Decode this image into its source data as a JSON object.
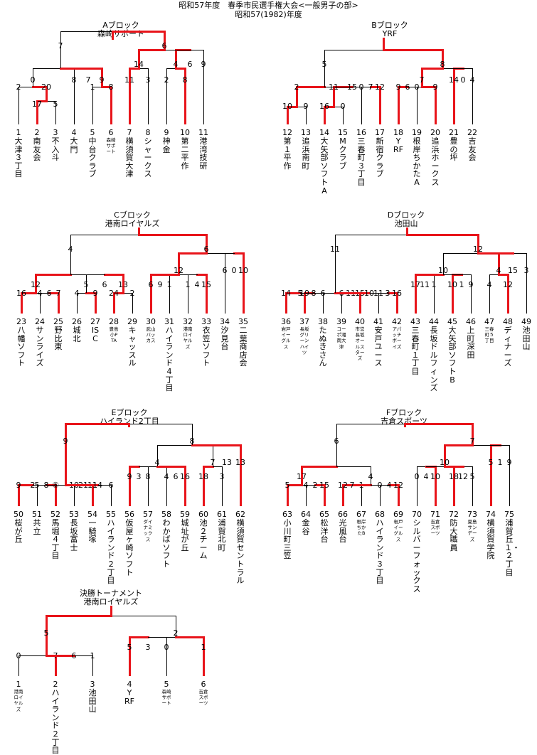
{
  "header": {
    "line1": "昭和57年度　春季市民選手権大会<一般男子の部>",
    "line2": "昭和57(1982)年度"
  },
  "colors": {
    "win": "#e8141a",
    "lose": "#000000"
  },
  "blocks": [
    {
      "label": "Aブロック",
      "winner": "森崎サポート",
      "teams": [
        {
          "num": "1",
          "name": "大津３丁目"
        },
        {
          "num": "2",
          "name": "南友会"
        },
        {
          "num": "3",
          "name": "不入斗"
        },
        {
          "num": "4",
          "name": "大門"
        },
        {
          "num": "5",
          "name": "中台クラブ"
        },
        {
          "num": "6",
          "name": "森崎サポート",
          "small": true
        },
        {
          "num": "7",
          "name": "横須賀大津"
        },
        {
          "num": "8",
          "name": "シャークス"
        },
        {
          "num": "9",
          "name": "神金"
        },
        {
          "num": "10",
          "name": "第二平作"
        },
        {
          "num": "11",
          "name": "港湾技研"
        }
      ],
      "matches": [
        {
          "ls": "17",
          "rs": "5"
        },
        {
          "ls": "2",
          "rs": "20"
        },
        {
          "ls": "1",
          "rs": "8"
        },
        {
          "ls": "8",
          "rs": "9"
        },
        {
          "ls": "0",
          "rs": "7"
        },
        {
          "ls": "11",
          "rs": "3"
        },
        {
          "ls": "2",
          "rs": "8"
        },
        {
          "ls": "4",
          "rs": "9"
        },
        {
          "ls": "14",
          "rs": "6"
        },
        {
          "ls": "7",
          "rs": "6"
        }
      ]
    },
    {
      "label": "Bブロック",
      "winner": "YRF",
      "teams": [
        {
          "num": "12",
          "name": "第１平作"
        },
        {
          "num": "13",
          "name": "追浜南町"
        },
        {
          "num": "14",
          "name": "大矢部ソフトA"
        },
        {
          "num": "15",
          "name": "Mクラブ"
        },
        {
          "num": "16",
          "name": "三春町３丁目"
        },
        {
          "num": "17",
          "name": "新宿クラブ"
        },
        {
          "num": "18",
          "name": "YRF"
        },
        {
          "num": "19",
          "name": "根岸ちかたA"
        },
        {
          "num": "20",
          "name": "追浜ホークス"
        },
        {
          "num": "21",
          "name": "豊の坪"
        },
        {
          "num": "22",
          "name": "吉友会"
        }
      ],
      "matches": [
        {
          "ls": "10",
          "rs": "9"
        },
        {
          "ls": "16",
          "rs": "0"
        },
        {
          "ls": "0",
          "rs": "12"
        },
        {
          "ls": "11",
          "rs": "7"
        },
        {
          "ls": "2",
          "rs": "15"
        },
        {
          "ls": "9",
          "rs": "0"
        },
        {
          "ls": "6",
          "rs": "9"
        },
        {
          "ls": "14",
          "rs": "4"
        },
        {
          "ls": "7",
          "rs": "0"
        },
        {
          "ls": "5",
          "rs": "8"
        }
      ]
    },
    {
      "label": "Cブロック",
      "winner": "港南ロイヤルズ",
      "teams": [
        {
          "num": "23",
          "name": "八幡ソフト"
        },
        {
          "num": "24",
          "name": "サンライズ"
        },
        {
          "num": "25",
          "name": "野比東"
        },
        {
          "num": "26",
          "name": "城北"
        },
        {
          "num": "27",
          "name": "ISC"
        },
        {
          "num": "28",
          "name": "豊島小PTA",
          "small": true
        },
        {
          "num": "29",
          "name": "キャッスル"
        },
        {
          "num": "30",
          "name": "武山バッカス",
          "small": true
        },
        {
          "num": "31",
          "name": "ハイランド4丁目"
        },
        {
          "num": "32",
          "name": "港南ロイヤルズ",
          "small": true
        },
        {
          "num": "33",
          "name": "衣笠ソフト"
        },
        {
          "num": "34",
          "name": "汐見台"
        },
        {
          "num": "35",
          "name": "二葉商店会"
        }
      ],
      "matches": [
        {
          "ls": "4",
          "rs": "7"
        },
        {
          "ls": "16",
          "rs": "6"
        },
        {
          "ls": "4",
          "rs": "9"
        },
        {
          "ls": "24",
          "rs": "2"
        },
        {
          "ls": "5",
          "rs": "13"
        },
        {
          "ls": "12",
          "rs": "6"
        },
        {
          "ls": "6",
          "rs": "1"
        },
        {
          "ls": "1",
          "rs": "15"
        },
        {
          "ls": "9",
          "rs": "4"
        },
        {
          "ls": "6",
          "rs": "10"
        },
        {
          "ls": "12",
          "rs": "0"
        },
        {
          "ls": "4",
          "rs": "6"
        }
      ]
    },
    {
      "label": "Dブロック",
      "winner": "池田山",
      "teams": [
        {
          "num": "36",
          "name": "岩戸イーグルス",
          "small": true
        },
        {
          "num": "37",
          "name": "長坂グリーンハイツ",
          "small": true
        },
        {
          "num": "38",
          "name": "たぬきさん"
        },
        {
          "num": "39",
          "name": "コーポ湘南大津",
          "small": true
        },
        {
          "num": "40",
          "name": "市営長坂オールスターズ",
          "small": true
        },
        {
          "num": "41",
          "name": "安戸ユース"
        },
        {
          "num": "42",
          "name": "アパッチボーイズ",
          "small": true
        },
        {
          "num": "43",
          "name": "三春町１丁目"
        },
        {
          "num": "44",
          "name": "長坂ドルフィンズ"
        },
        {
          "num": "45",
          "name": "大矢部ソフトB"
        },
        {
          "num": "46",
          "name": "上町深田"
        },
        {
          "num": "47",
          "name": "三春町５丁目",
          "small": true
        },
        {
          "num": "48",
          "name": "ディナーズ"
        },
        {
          "num": "49",
          "name": "池田山"
        }
      ],
      "matches": [
        {
          "ls": "19",
          "rs": "6"
        },
        {
          "ls": "14",
          "rs": "8"
        },
        {
          "ls": "6",
          "rs": "15"
        },
        {
          "ls": "11",
          "rs": "16"
        },
        {
          "ls": "11",
          "rs": "3"
        },
        {
          "ls": "5",
          "rs": "10"
        },
        {
          "ls": "17",
          "rs": "1"
        },
        {
          "ls": "10",
          "rs": "9"
        },
        {
          "ls": "11",
          "rs": "1"
        },
        {
          "ls": "4",
          "rs": "12"
        },
        {
          "ls": "4",
          "rs": "3"
        },
        {
          "ls": "10",
          "rs": "15"
        },
        {
          "ls": "11",
          "rs": "12"
        }
      ]
    },
    {
      "label": "Eブロック",
      "winner": "ハイランド2丁目",
      "teams": [
        {
          "num": "50",
          "name": "桜が丘"
        },
        {
          "num": "51",
          "name": "共立"
        },
        {
          "num": "52",
          "name": "馬堀４丁目"
        },
        {
          "num": "53",
          "name": "長坂富士"
        },
        {
          "num": "54",
          "name": "一騎塚"
        },
        {
          "num": "55",
          "name": "ハイランド２丁目"
        },
        {
          "num": "56",
          "name": "仮屋ヶ崎ソフト"
        },
        {
          "num": "57",
          "name": "ダイナミックス",
          "small": true
        },
        {
          "num": "58",
          "name": "わかばソフト"
        },
        {
          "num": "59",
          "name": "城址が丘"
        },
        {
          "num": "60",
          "name": "池２チーム"
        },
        {
          "num": "61",
          "name": "浦賀北町"
        },
        {
          "num": "62",
          "name": "横須賀セントラル"
        }
      ],
      "matches": [
        {
          "ls": "5",
          "rs": "⑤"
        },
        {
          "ls": "9",
          "rs": "8"
        },
        {
          "ls": "10",
          "rs": "11"
        },
        {
          "ls": "21",
          "rs": "6"
        },
        {
          "ls": "2",
          "rs": "14"
        },
        {
          "ls": "9",
          "rs": "8"
        },
        {
          "ls": "4",
          "rs": "16"
        },
        {
          "ls": "3",
          "rs": "6"
        },
        {
          "ls": "18",
          "rs": "3"
        },
        {
          "ls": "7",
          "rs": "13"
        },
        {
          "ls": "4",
          "rs": "13"
        },
        {
          "ls": "9",
          "rs": "8"
        }
      ]
    },
    {
      "label": "Fブロック",
      "winner": "吉倉スポーツ",
      "teams": [
        {
          "num": "63",
          "name": "小川町三笠"
        },
        {
          "num": "64",
          "name": "金谷"
        },
        {
          "num": "65",
          "name": "松洋台"
        },
        {
          "num": "66",
          "name": "光風台"
        },
        {
          "num": "67",
          "name": "根岸ちかたB",
          "small": true
        },
        {
          "num": "68",
          "name": "ハイランド３丁目"
        },
        {
          "num": "69",
          "name": "岩戸イーグルス",
          "small": true
        },
        {
          "num": "70",
          "name": "シルバーフォックス"
        },
        {
          "num": "71",
          "name": "吉倉スポーツ",
          "small": true
        },
        {
          "num": "72",
          "name": "防大職員"
        },
        {
          "num": "73",
          "name": "夏島サンデーズ",
          "small": true
        },
        {
          "num": "74",
          "name": "横須賀学院"
        },
        {
          "num": "75",
          "name": "浦賀丘１・２丁目"
        }
      ],
      "matches": [
        {
          "ls": "4",
          "rs": "15"
        },
        {
          "ls": "5",
          "rs": "2"
        },
        {
          "ls": "12",
          "rs": "1"
        },
        {
          "ls": "0",
          "rs": "12"
        },
        {
          "ls": "7",
          "rs": "4"
        },
        {
          "ls": "17",
          "rs": "4"
        },
        {
          "ls": "0",
          "rs": "10"
        },
        {
          "ls": "18",
          "rs": "5"
        },
        {
          "ls": "4",
          "rs": "12"
        },
        {
          "ls": "5",
          "rs": "9"
        },
        {
          "ls": "10",
          "rs": "1"
        },
        {
          "ls": "6",
          "rs": "7"
        }
      ]
    },
    {
      "label": "決勝トーナメント",
      "winner": "港南ロイヤルズ",
      "teams": [
        {
          "num": "1",
          "name": "港南ロイヤルズ",
          "small": true
        },
        {
          "num": "2",
          "name": "ハイランド２丁目"
        },
        {
          "num": "3",
          "name": "池田山"
        },
        {
          "num": "4",
          "name": "YRF"
        },
        {
          "num": "5",
          "name": "森崎サポート",
          "small": true
        },
        {
          "num": "6",
          "name": "吉倉スポーツ",
          "small": true
        }
      ],
      "matches": [
        {
          "ls": "7",
          "rs": "1"
        },
        {
          "ls": "0",
          "rs": "6"
        },
        {
          "ls": "5",
          "rs": "0"
        },
        {
          "ls": "3",
          "rs": "1"
        },
        {
          "ls": "5",
          "rs": "2"
        }
      ]
    }
  ]
}
